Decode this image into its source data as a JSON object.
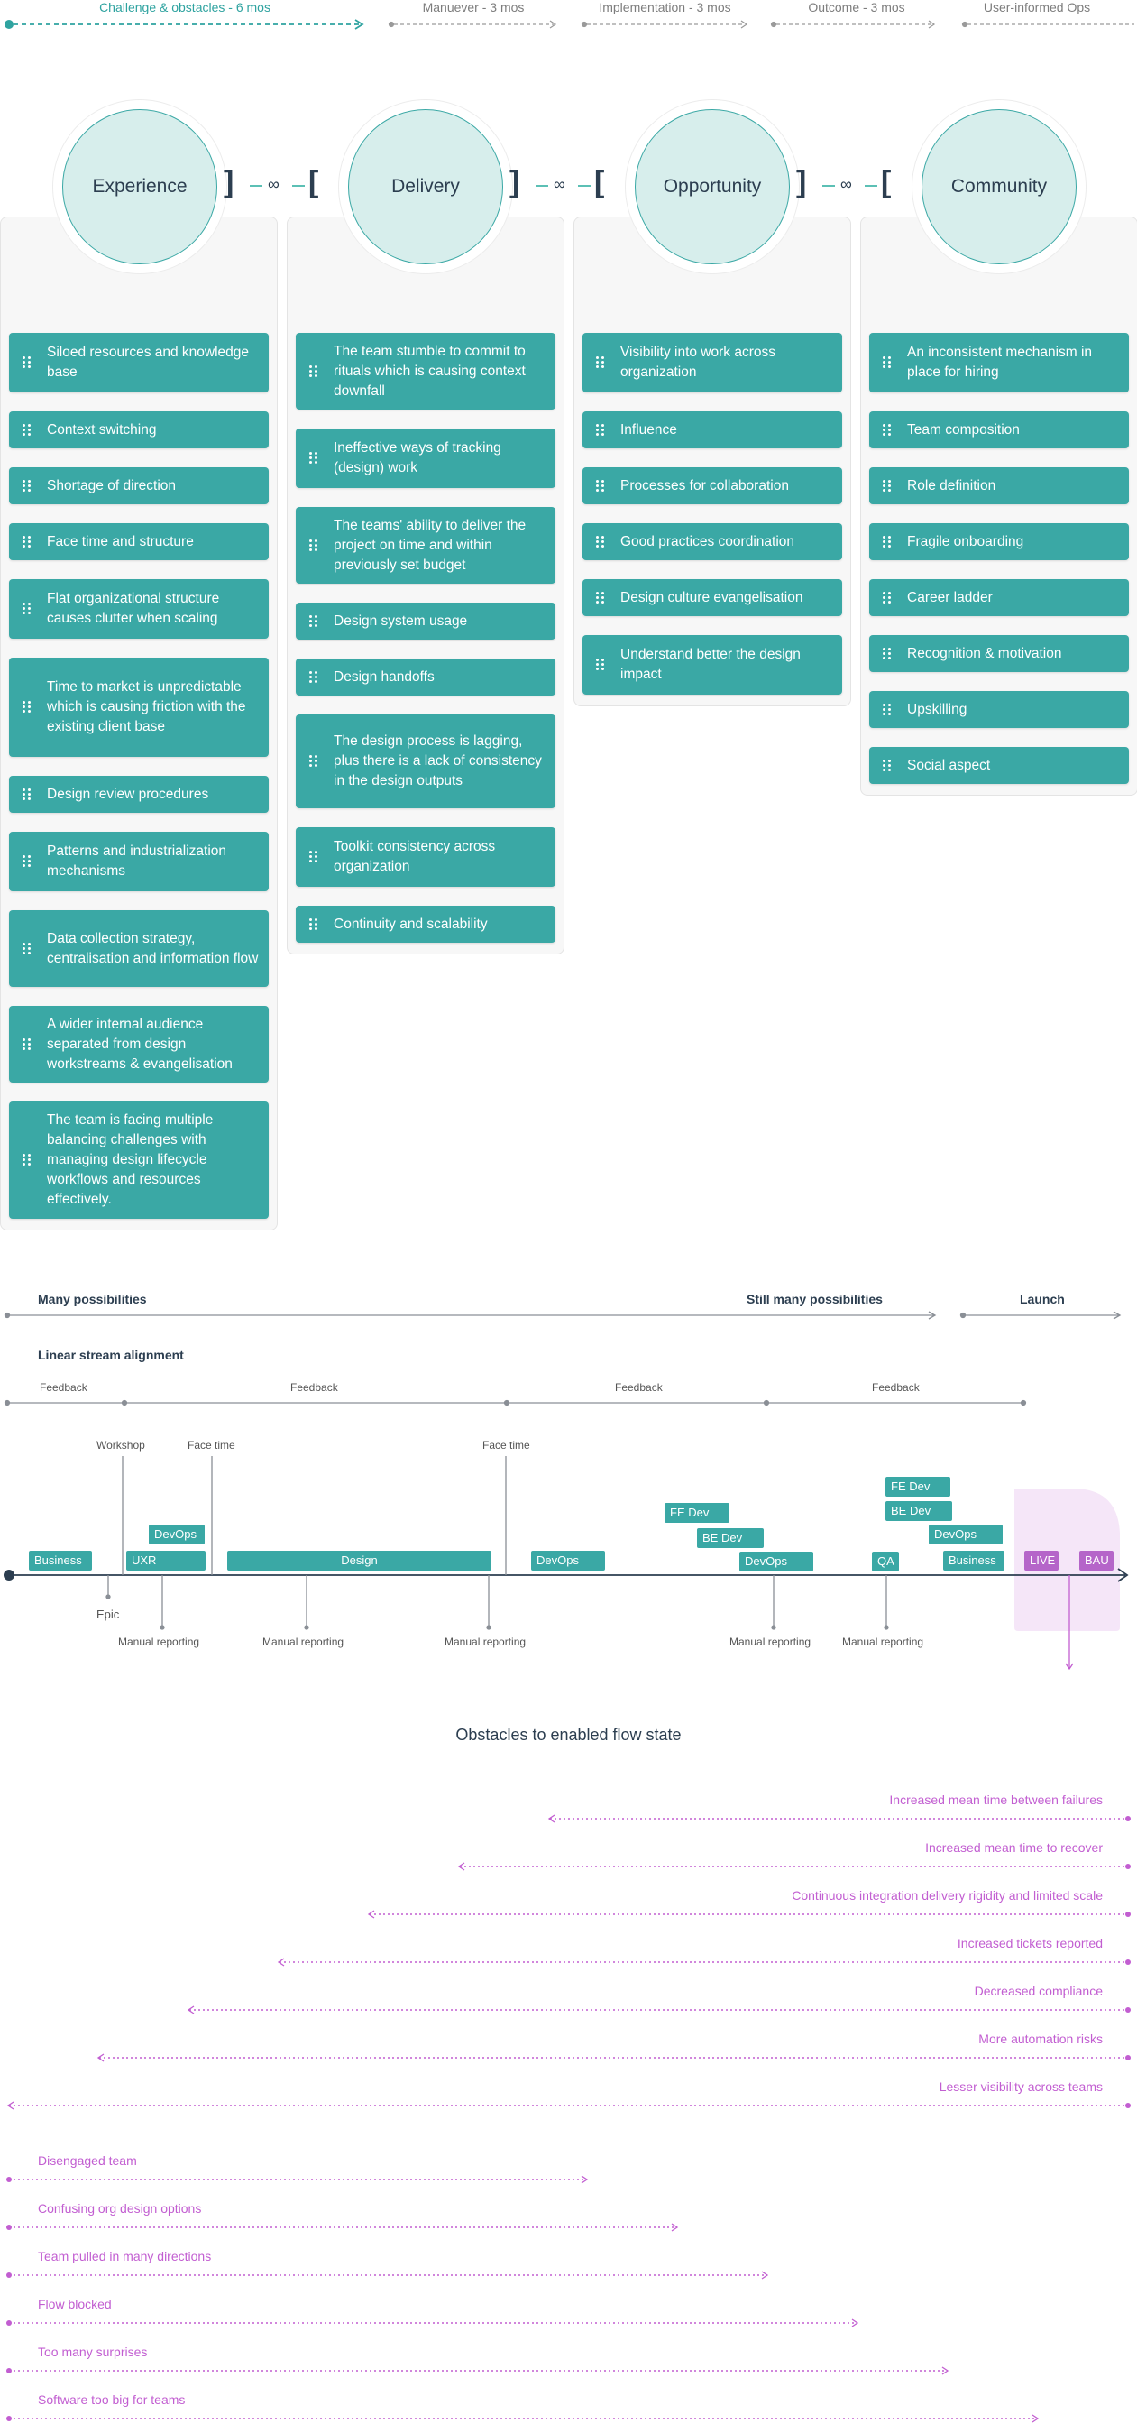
{
  "phases": [
    {
      "label": "Challenge & obstacles - 6 mos",
      "active": true
    },
    {
      "label": "Manuever - 3 mos",
      "active": false
    },
    {
      "label": "Implementation - 3 mos",
      "active": false
    },
    {
      "label": "Outcome - 3 mos",
      "active": false
    },
    {
      "label": "User-informed Ops",
      "active": false
    }
  ],
  "categories": [
    {
      "title": "Experience",
      "cards": [
        "Siloed resources and knowledge base",
        "Context switching",
        "Shortage of direction",
        "Face time and structure",
        "Flat organizational structure causes clutter when scaling",
        "Time to market is unpredictable which is causing friction with the existing client base",
        "Design review procedures",
        "Patterns and industrialization mechanisms",
        "Data collection strategy, centralisation and information flow",
        "A wider internal audience separated from design workstreams & evangelisation",
        "The team is facing multiple balancing challenges with managing design lifecycle workflows and resources effectively."
      ]
    },
    {
      "title": "Delivery",
      "cards": [
        "The team stumble to commit to rituals which is causing context downfall",
        "Ineffective ways of tracking (design) work",
        "The teams' ability to deliver the project on time and within previously set budget",
        "Design system usage",
        "Design handoffs",
        "The design process is lagging, plus there is a lack of consistency in the design outputs",
        "Toolkit consistency across organization",
        "Continuity and scalability"
      ]
    },
    {
      "title": "Opportunity",
      "cards": [
        "Visibility into work across organization",
        "Influence",
        "Processes for collaboration",
        "Good practices coordination",
        "Design culture evangelisation",
        "Understand better the design impact"
      ]
    },
    {
      "title": "Community",
      "cards": [
        "An inconsistent mechanism in place for hiring",
        "Team composition",
        "Role definition",
        "Fragile onboarding",
        "Career ladder",
        "Recognition & motivation",
        "Upskilling",
        "Social aspect"
      ]
    }
  ],
  "timeline": {
    "possibilities_left": "Many possibilities",
    "possibilities_right": "Still many possibilities",
    "launch": "Launch",
    "stream_title": "Linear stream alignment",
    "feedback": [
      "Feedback",
      "Feedback",
      "Feedback",
      "Feedback"
    ],
    "above_markers": [
      "Workshop",
      "Face time",
      "Face time"
    ],
    "below_markers": [
      "Epic",
      "Manual reporting",
      "Manual reporting",
      "Manual reporting",
      "Manual reporting",
      "Manual reporting"
    ],
    "tags": [
      "Business",
      "UXR",
      "DevOps",
      "Design",
      "DevOps",
      "FE Dev",
      "BE Dev",
      "DevOps",
      "QA",
      "FE Dev",
      "BE Dev",
      "DevOps",
      "Business"
    ],
    "end_tags": [
      "LIVE",
      "BAU"
    ]
  },
  "obstacles": {
    "title": "Obstacles to enabled flow state",
    "right_items": [
      "Increased mean time between failures",
      "Increased mean time to recover",
      "Continuous integration delivery rigidity and limited scale",
      "Increased tickets reported",
      "Decreased compliance",
      "More automation risks",
      "Lesser visibility across teams"
    ],
    "left_items": [
      "Disengaged team",
      "Confusing org design options",
      "Team pulled in many directions",
      "Flow blocked",
      "Too many surprises",
      "Software too big for teams"
    ],
    "color": "#c25ed1"
  },
  "colors": {
    "accent": "#3aa8a5",
    "circle": "#d7eeec",
    "purple": "#b565c9"
  }
}
